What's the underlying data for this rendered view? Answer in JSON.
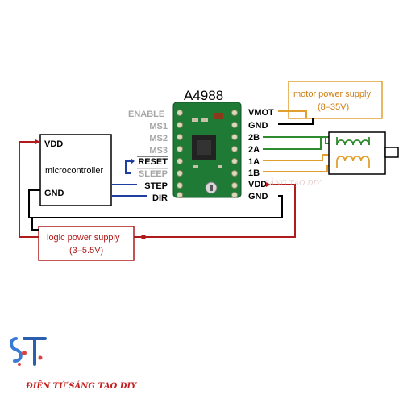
{
  "title": "A4988",
  "microcontroller": {
    "name": "microcontroller",
    "pins": {
      "vdd": "VDD",
      "gnd": "GND"
    }
  },
  "motor_supply": {
    "name": "motor power supply",
    "range": "(8–35V)"
  },
  "logic_supply": {
    "name": "logic power supply",
    "range": "(3–5.5V)"
  },
  "driver_pins_left": [
    "ENABLE",
    "MS1",
    "MS2",
    "MS3",
    "RESET",
    "SLEEP",
    "STEP",
    "DIR"
  ],
  "driver_pins_right": [
    "VMOT",
    "GND",
    "2B",
    "2A",
    "1A",
    "1B",
    "VDD",
    "GND"
  ],
  "brand": {
    "text": "ĐIỆN TỬ SÁNG TẠO DIY",
    "logo_text": "ST",
    "watermark": "SÁNG TẠO DIY"
  },
  "colors": {
    "board": "#1e7a35",
    "motor_supply": "#e0a030",
    "logic_supply": "#b01a1a",
    "coil_a": "#2e8b2e",
    "coil_b": "#e0a030",
    "signal": "#1f3fa0"
  }
}
